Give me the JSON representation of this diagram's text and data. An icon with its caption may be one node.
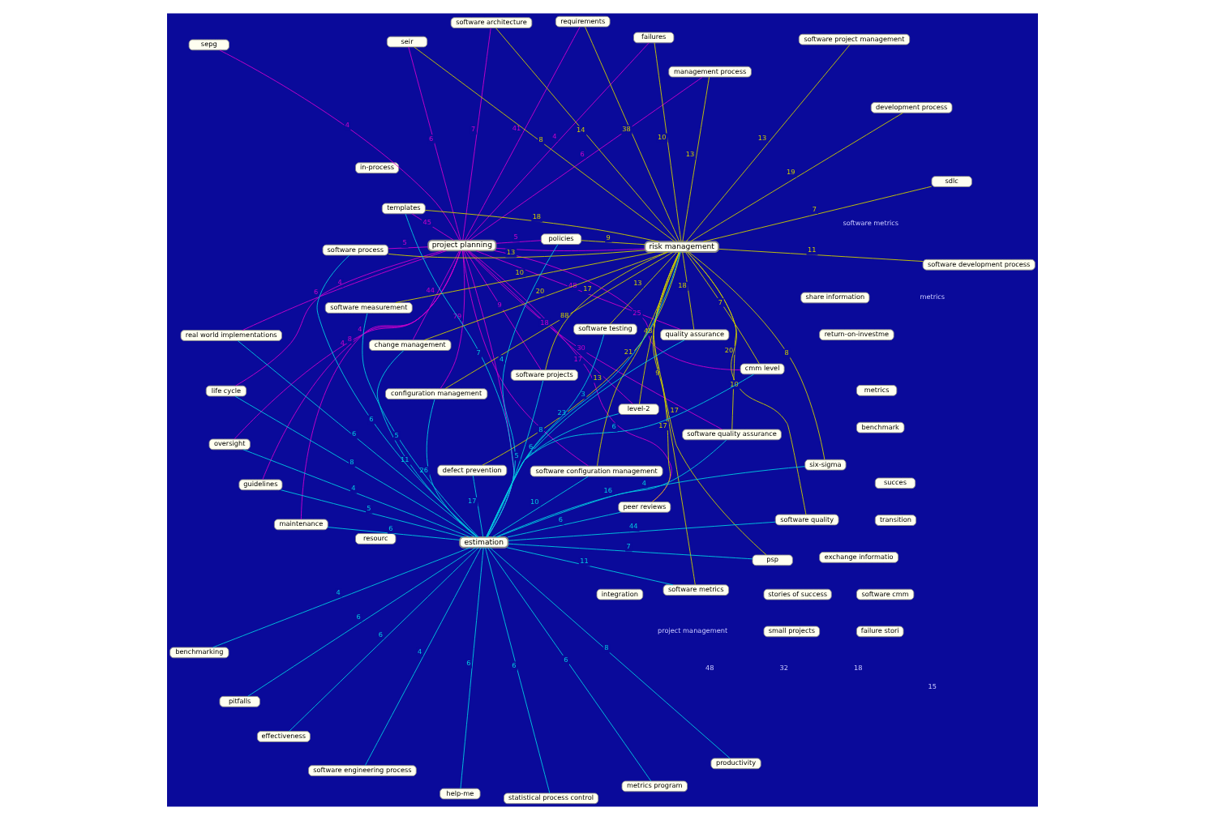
{
  "diagram": {
    "nodes": [
      {
        "text": [
          "metrics"
        ]
      },
      {
        "text": [
          "transition"
        ]
      },
      {
        "text": [
          "integration"
        ]
      },
      {
        "text": [
          "small projects"
        ]
      },
      {
        "text": [
          "failure stori"
        ]
      },
      {
        "text": [
          "share information"
        ]
      },
      {
        "text": [
          "stories of success"
        ]
      },
      {
        "text": [
          "succes"
        ]
      },
      {
        "text": [
          "software cmm"
        ]
      },
      {
        "text": [
          "exchange informatio"
        ]
      },
      {
        "text": [
          "benchmark"
        ]
      },
      {
        "text": [
          "in-process"
        ]
      },
      {
        "text": [
          "resourc"
        ]
      },
      {
        "text": [
          "return-on-investme"
        ]
      },
      {
        "text": [
          "sepg"
        ]
      },
      {
        "text": [
          "failures"
        ]
      },
      {
        "text": [
          "management process"
        ]
      },
      {
        "text": [
          "guidelines"
        ]
      },
      {
        "text": [
          "seir"
        ]
      },
      {
        "text": [
          "project planning"
        ]
      },
      {
        "text": [
          "software architecture"
        ]
      },
      {
        "text": [
          "real world implementations"
        ]
      },
      {
        "text": [
          "configuration management"
        ]
      },
      {
        "text": [
          "software quality assurance"
        ]
      },
      {
        "text": [
          "maintenance"
        ]
      },
      {
        "text": [
          "quality assurance"
        ]
      },
      {
        "text": [
          "peer reviews"
        ]
      },
      {
        "text": [
          "requirements"
        ]
      },
      {
        "text": [
          "level-2"
        ]
      },
      {
        "text": [
          "change management"
        ]
      },
      {
        "text": [
          "sdlc"
        ]
      },
      {
        "text": [
          "oversight"
        ]
      },
      {
        "text": [
          "templates"
        ]
      },
      {
        "text": [
          "development process"
        ]
      },
      {
        "text": [
          "life cycle"
        ]
      },
      {
        "text": [
          "defect prevention"
        ]
      },
      {
        "text": [
          "software project management"
        ]
      },
      {
        "text": [
          "software process"
        ]
      },
      {
        "text": [
          "software development process"
        ]
      },
      {
        "text": [
          "policies"
        ]
      },
      {
        "text": [
          "risk management"
        ]
      },
      {
        "text": [
          "software projects"
        ]
      },
      {
        "text": [
          "software quality"
        ]
      },
      {
        "text": [
          "cmm level"
        ]
      },
      {
        "text": [
          "six-sigma"
        ]
      },
      {
        "text": [
          "software measurement"
        ]
      },
      {
        "text": [
          "estimation"
        ]
      },
      {
        "text": [
          "software configuration management"
        ]
      },
      {
        "text": [
          "software engineering process"
        ]
      },
      {
        "text": [
          "help-me"
        ]
      },
      {
        "text": [
          "metrics program"
        ]
      },
      {
        "text": [
          "pitfalls"
        ]
      },
      {
        "text": [
          "productivity"
        ]
      },
      {
        "text": [
          "benchmarking"
        ]
      },
      {
        "text": [
          "statistical process control"
        ]
      },
      {
        "text": [
          "effectiveness"
        ]
      },
      {
        "text": [
          "software testing"
        ]
      },
      {
        "text": [
          "software metrics"
        ]
      },
      {
        "text": [
          "psp"
        ]
      }
    ],
    "edges": [
      {
        "from": 19,
        "to": 14,
        "arrow": "none",
        "label": "4",
        "color": "#cc00cc"
      },
      {
        "from": 19,
        "to": 15,
        "arrow": "none",
        "label": "4",
        "color": "#cc00cc"
      },
      {
        "from": 19,
        "to": 16,
        "arrow": "none",
        "label": "6",
        "color": "#cc00cc"
      },
      {
        "from": 19,
        "to": 18,
        "arrow": "none",
        "label": "6",
        "color": "#cc00cc"
      },
      {
        "from": 19,
        "to": 20,
        "arrow": "none",
        "label": "7",
        "color": "#cc00cc"
      },
      {
        "from": 19,
        "to": 22,
        "arrow": "none",
        "label": "79",
        "color": "#cc00cc"
      },
      {
        "from": 19,
        "to": 17,
        "arrow": "none",
        "label": "4",
        "color": "#cc00cc"
      },
      {
        "from": 19,
        "to": 21,
        "arrow": "none",
        "label": "4",
        "color": "#cc00cc"
      },
      {
        "from": 19,
        "to": 24,
        "arrow": "none",
        "label": "4",
        "color": "#cc00cc"
      },
      {
        "from": 19,
        "to": 34,
        "arrow": "none",
        "label": "6",
        "color": "#cc00cc"
      },
      {
        "from": 19,
        "to": 37,
        "arrow": "none",
        "label": "5",
        "color": "#cc00cc"
      },
      {
        "from": 19,
        "to": 39,
        "arrow": "none",
        "label": "5",
        "color": "#cc00cc"
      },
      {
        "from": 19,
        "to": 31,
        "arrow": "none",
        "label": "8",
        "color": "#cc00cc"
      },
      {
        "from": 19,
        "to": 25,
        "arrow": "none",
        "label": "48",
        "color": "#cc00cc"
      },
      {
        "from": 19,
        "to": 32,
        "arrow": "none",
        "label": "45",
        "color": "#cc00cc"
      },
      {
        "from": 19,
        "to": 26,
        "arrow": "none",
        "label": "17",
        "color": "#cc00cc"
      },
      {
        "from": 19,
        "to": 28,
        "arrow": "none",
        "label": "18",
        "color": "#cc00cc"
      },
      {
        "from": 19,
        "to": 27,
        "arrow": "none",
        "label": "41",
        "color": "#cc00cc"
      },
      {
        "from": 19,
        "to": 23,
        "arrow": "none",
        "label": "30",
        "color": "#cc00cc"
      },
      {
        "from": 19,
        "to": 29,
        "arrow": "none",
        "label": "44",
        "color": "#cc00cc"
      },
      {
        "from": 19,
        "to": 41,
        "arrow": "none",
        "label": "9",
        "color": "#cc00cc"
      },
      {
        "from": 19,
        "to": 43,
        "arrow": "none",
        "label": "25",
        "color": "#cc00cc"
      },
      {
        "from": 19,
        "to": 47,
        "arrow": "none",
        "color": "#cc00cc"
      },
      {
        "from": 19,
        "to": 46,
        "arrow": "none",
        "color": "#cc00cc"
      },
      {
        "from": 19,
        "to": 40,
        "arrow": "none",
        "color": "#cc00cc"
      },
      {
        "from": 40,
        "to": 15,
        "arrow": "none",
        "label": "10",
        "color": "#cccc00"
      },
      {
        "from": 40,
        "to": 16,
        "arrow": "none",
        "label": "13",
        "color": "#cccc00"
      },
      {
        "from": 40,
        "to": 18,
        "arrow": "none",
        "label": "8",
        "color": "#cccc00"
      },
      {
        "from": 40,
        "to": 20,
        "arrow": "none",
        "label": "14",
        "color": "#cccc00"
      },
      {
        "from": 40,
        "to": 30,
        "arrow": "none",
        "label": "7",
        "color": "#cccc00"
      },
      {
        "from": 40,
        "to": 22,
        "arrow": "none",
        "label": "88",
        "color": "#cccc00"
      },
      {
        "from": 40,
        "to": 23,
        "arrow": "none",
        "label": "20",
        "color": "#cccc00"
      },
      {
        "from": 40,
        "to": 27,
        "arrow": "none",
        "label": "38",
        "color": "#cccc00"
      },
      {
        "from": 40,
        "to": 29,
        "arrow": "none",
        "label": "20",
        "color": "#cccc00"
      },
      {
        "from": 40,
        "to": 28,
        "arrow": "none",
        "label": "48",
        "color": "#cccc00"
      },
      {
        "from": 40,
        "to": 25,
        "arrow": "none",
        "label": "18",
        "color": "#cccc00"
      },
      {
        "from": 40,
        "to": 32,
        "arrow": "none",
        "label": "18",
        "color": "#cccc00"
      },
      {
        "from": 40,
        "to": 35,
        "arrow": "none",
        "label": "13",
        "color": "#cccc00"
      },
      {
        "from": 40,
        "to": 37,
        "arrow": "none",
        "label": "13",
        "color": "#cccc00"
      },
      {
        "from": 40,
        "to": 39,
        "arrow": "none",
        "label": "9",
        "color": "#cccc00"
      },
      {
        "from": 40,
        "to": 33,
        "arrow": "none",
        "label": "19",
        "color": "#cccc00"
      },
      {
        "from": 40,
        "to": 36,
        "arrow": "none",
        "label": "13",
        "color": "#cccc00"
      },
      {
        "from": 40,
        "to": 38,
        "arrow": "none",
        "label": "11",
        "color": "#cccc00"
      },
      {
        "from": 40,
        "to": 45,
        "arrow": "none",
        "label": "10",
        "color": "#cccc00"
      },
      {
        "from": 40,
        "to": 44,
        "arrow": "none",
        "label": "8",
        "color": "#cccc00"
      },
      {
        "from": 40,
        "to": 47,
        "arrow": "none",
        "label": "21",
        "color": "#cccc00"
      },
      {
        "from": 40,
        "to": 56,
        "arrow": "none",
        "label": "13",
        "color": "#cccc00"
      },
      {
        "from": 40,
        "to": 57,
        "arrow": "none",
        "label": "17",
        "color": "#cccc00"
      },
      {
        "from": 40,
        "to": 58,
        "arrow": "none",
        "label": "17",
        "color": "#cccc00"
      },
      {
        "from": 40,
        "to": 41,
        "arrow": "none",
        "label": "17",
        "color": "#cccc00"
      },
      {
        "from": 40,
        "to": 42,
        "arrow": "none",
        "label": "10",
        "color": "#cccc00"
      },
      {
        "from": 40,
        "to": 43,
        "arrow": "none",
        "label": "7",
        "color": "#cccc00"
      },
      {
        "from": 40,
        "to": 26,
        "arrow": "none",
        "label": "9",
        "color": "#cccc00"
      },
      {
        "from": 46,
        "to": 17,
        "arrow": "none",
        "label": "5"
      },
      {
        "from": 46,
        "to": 21,
        "arrow": "none",
        "label": "6"
      },
      {
        "from": 46,
        "to": 24,
        "arrow": "none",
        "label": "6"
      },
      {
        "from": 46,
        "to": 34,
        "arrow": "none",
        "label": "8"
      },
      {
        "from": 46,
        "to": 37,
        "arrow": "none",
        "label": "6"
      },
      {
        "from": 46,
        "to": 39,
        "arrow": "none",
        "label": "4"
      },
      {
        "from": 46,
        "to": 35,
        "arrow": "none",
        "label": "17"
      },
      {
        "from": 46,
        "to": 31,
        "arrow": "none",
        "label": "4"
      },
      {
        "from": 46,
        "to": 25,
        "arrow": "none",
        "label": "23"
      },
      {
        "from": 46,
        "to": 32,
        "arrow": "none",
        "label": "7"
      },
      {
        "from": 46,
        "to": 26,
        "arrow": "none",
        "label": "6"
      },
      {
        "from": 46,
        "to": 28,
        "arrow": "none",
        "label": "6"
      },
      {
        "from": 46,
        "to": 29,
        "arrow": "none",
        "label": "11"
      },
      {
        "from": 46,
        "to": 23,
        "arrow": "none",
        "label": "16"
      },
      {
        "from": 46,
        "to": 22,
        "arrow": "none",
        "label": "26"
      },
      {
        "from": 46,
        "to": 41,
        "arrow": "none",
        "label": "5"
      },
      {
        "from": 46,
        "to": 43,
        "arrow": "none",
        "label": "6"
      },
      {
        "from": 46,
        "to": 42,
        "arrow": "none",
        "label": "44"
      },
      {
        "from": 46,
        "to": 44,
        "arrow": "none",
        "label": "4"
      },
      {
        "from": 46,
        "to": 45,
        "arrow": "none",
        "label": "5"
      },
      {
        "from": 46,
        "to": 47,
        "arrow": "none",
        "label": "10"
      },
      {
        "from": 46,
        "to": 56,
        "arrow": "none",
        "label": "8"
      },
      {
        "from": 46,
        "to": 57,
        "arrow": "none",
        "label": "11"
      },
      {
        "from": 46,
        "to": 58,
        "arrow": "none",
        "label": "7"
      },
      {
        "from": 46,
        "to": 48,
        "arrow": "none",
        "label": "4"
      },
      {
        "from": 46,
        "to": 53,
        "arrow": "none",
        "label": "4"
      },
      {
        "from": 46,
        "to": 49,
        "arrow": "none",
        "label": "6"
      },
      {
        "from": 46,
        "to": 54,
        "arrow": "none",
        "label": "6"
      },
      {
        "from": 46,
        "to": 50,
        "arrow": "none",
        "label": "6"
      },
      {
        "from": 46,
        "to": 55,
        "arrow": "none",
        "label": "6"
      },
      {
        "from": 46,
        "to": 51,
        "arrow": "none",
        "label": "6"
      },
      {
        "from": 46,
        "to": 52,
        "arrow": "none",
        "label": "8"
      },
      {
        "from": 46,
        "to": 40,
        "arrow": "none",
        "label": "3"
      }
    ],
    "labels": [
      "48",
      "32",
      "18",
      "15",
      "software metrics",
      "metrics",
      "project management"
    ]
  }
}
